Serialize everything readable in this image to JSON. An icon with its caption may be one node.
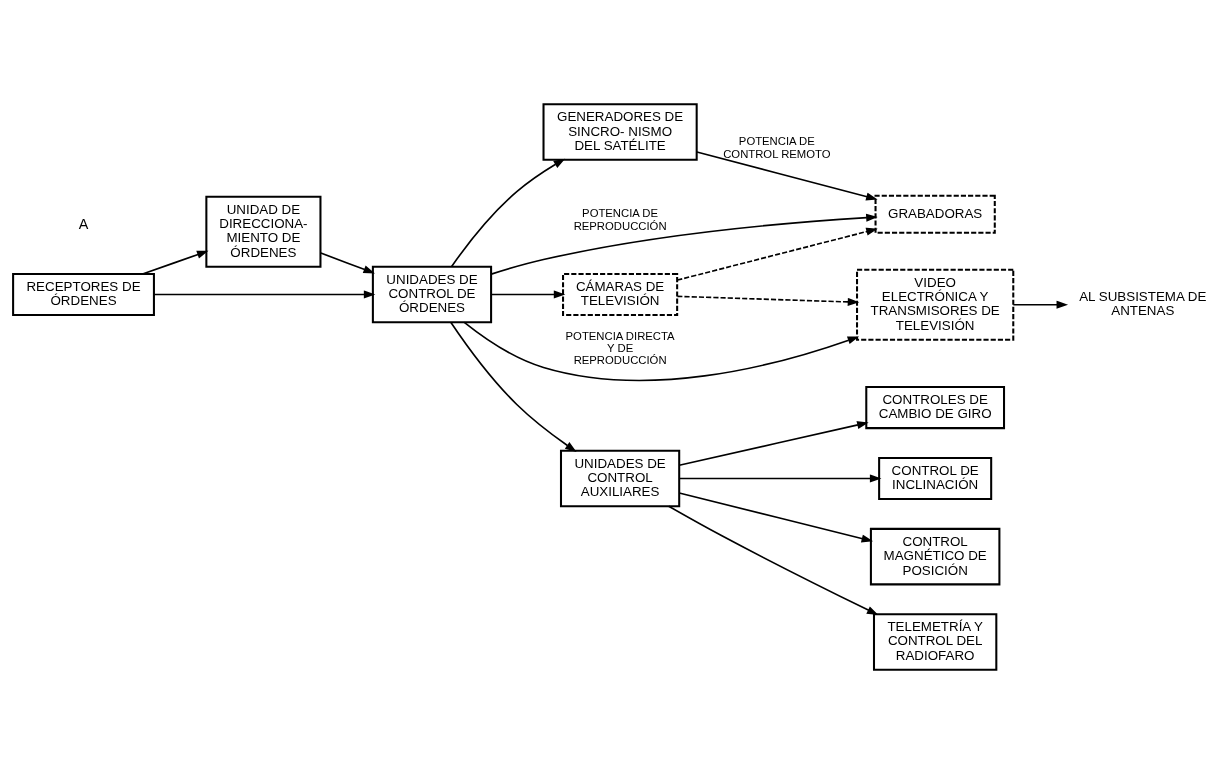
{
  "diagram": {
    "nodes": [
      {
        "text": [
          "RECEPTORES DE ÓRDENES"
        ]
      },
      {
        "text": [
          "UNIDAD DE DIRECCIONA- MIENTO DE ÓRDENES"
        ]
      },
      {
        "text": [
          "GENERADORES DE SINCRO- NISMO DEL SATÉLITE"
        ]
      },
      {
        "text": [
          "GRABADORAS"
        ]
      },
      {
        "text": [
          "UNIDADES DE CONTROL DE ÓRDENES"
        ]
      },
      {
        "text": [
          "CÁMARAS DE TELEVISIÓN"
        ]
      },
      {
        "text": [
          "VIDEO ELECTRÓNICA Y TRANSMISORES DE TELEVISIÓN"
        ]
      },
      {
        "text": [
          "AL SUBSISTEMA DE ANTENAS"
        ]
      },
      {
        "text": [
          "UNIDADES DE CONTROL AUXILIARES"
        ]
      },
      {
        "text": [
          "CONTROLES DE CAMBIO DE GIRO"
        ]
      },
      {
        "text": [
          "CONTROL DE INCLINACIÓN"
        ]
      },
      {
        "text": [
          "CONTROL MAGNÉTICO DE POSICIÓN"
        ]
      },
      {
        "text": [
          "TELEMETRÍA Y CONTROL DEL RADIOFARO"
        ]
      }
    ],
    "edges": [
      {
        "from": 0,
        "to": 1,
        "arrow": "to"
      },
      {
        "from": 0,
        "to": 4,
        "arrow": "to"
      },
      {
        "from": 1,
        "to": 4,
        "arrow": "to"
      },
      {
        "from": 4,
        "to": 3,
        "arrow": "to",
        "label": "POTENCIA DE REPRODUCCIÓN"
      },
      {
        "from": 4,
        "to": 2,
        "arrow": "to"
      },
      {
        "from": 2,
        "to": 3,
        "arrow": "to",
        "label": "POTENCIA DE CONTROL REMOTO"
      },
      {
        "from": 4,
        "to": 5,
        "arrow": "to"
      },
      {
        "from": 5,
        "to": 3,
        "arrow": "to",
        "style": "dashed"
      },
      {
        "from": 5,
        "to": 6,
        "arrow": "to",
        "style": "dashed"
      },
      {
        "from": 4,
        "to": 6,
        "arrow": "to",
        "label": "POTENCIA DIRECTA Y DE REPRODUCCIÓN"
      },
      {
        "from": 6,
        "to": 7,
        "arrow": "to"
      },
      {
        "from": 4,
        "to": 8,
        "arrow": "to"
      },
      {
        "from": 8,
        "to": 9,
        "arrow": "to"
      },
      {
        "from": 8,
        "to": 10,
        "arrow": "to"
      },
      {
        "from": 8,
        "to": 11,
        "arrow": "to"
      },
      {
        "from": 8,
        "to": 12,
        "arrow": "to"
      }
    ],
    "labels": [
      "A"
    ]
  }
}
